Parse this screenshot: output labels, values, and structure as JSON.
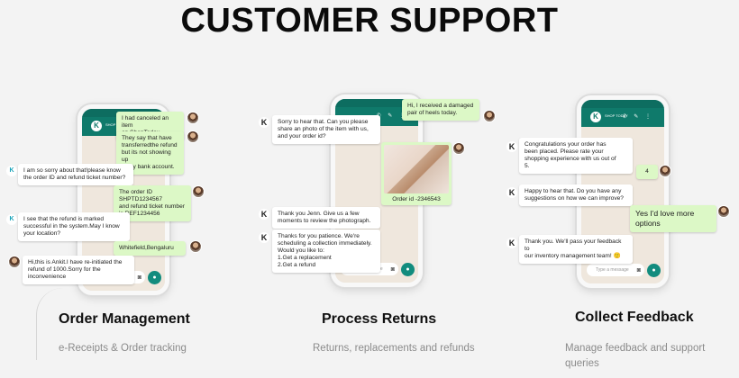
{
  "title": "CUSTOMER SUPPORT",
  "colors": {
    "whatsapp_header": "#0f7a6b",
    "bubble_out": "#dcf8c6",
    "bubble_in": "#ffffff",
    "background": "#f3f3f3"
  },
  "phone_ui": {
    "contact_name": "SHOP TODAY",
    "input_placeholder": "Type a message",
    "bot_initial": "K"
  },
  "columns": [
    {
      "title": "Order Management",
      "subtitle": "e-Receipts & Order tracking",
      "messages": [
        "I had canceled an item\non ShopToday",
        "They say that have\ntransferredthe refund\nbut its not showing up\nin my bank account.",
        "I am so sorry about that!please know\nthe order ID and refund ticket number?",
        "The order ID SHPTD1234567\nand refund ticket number\nis REF1234456",
        "I see that the refund is marked\nsuccessful in the system.May I know\nyour location?",
        "Whitefield,Bengaluru",
        "Hi,this is Ankit.I have re-initiated the\nrefund of 1000.Sorry for the\ninconvenience"
      ]
    },
    {
      "title": "Process Returns",
      "subtitle": "Returns, replacements and\nrefunds",
      "messages": [
        "Hi, I received a damaged\npair of heels today.",
        "Sorry to hear that. Can you please\nshare an photo of the item with us,\nand your order id?",
        "Order id -2346543",
        "Thank you Jenn. Give us a few\nmoments to review the photograph.",
        "Thanks for you patience. We're\nscheduling a collection immediately.\nWould you like to:\n1.Get a replacement\n2.Get a refund"
      ]
    },
    {
      "title": "Collect Feedback",
      "subtitle": "Manage feedback and\nsupport queries",
      "messages": [
        "Congratulations your order has\nbeen placed. Please rate your\nshopping experience with us out of\n5.",
        "4",
        "Happy to hear that. Do you have any\nsuggestions on how we can improve?",
        "Yes I'd love more\noptions",
        "Thank you. We'll pass your feedback to\nour inventory management team! 🙂"
      ]
    }
  ]
}
